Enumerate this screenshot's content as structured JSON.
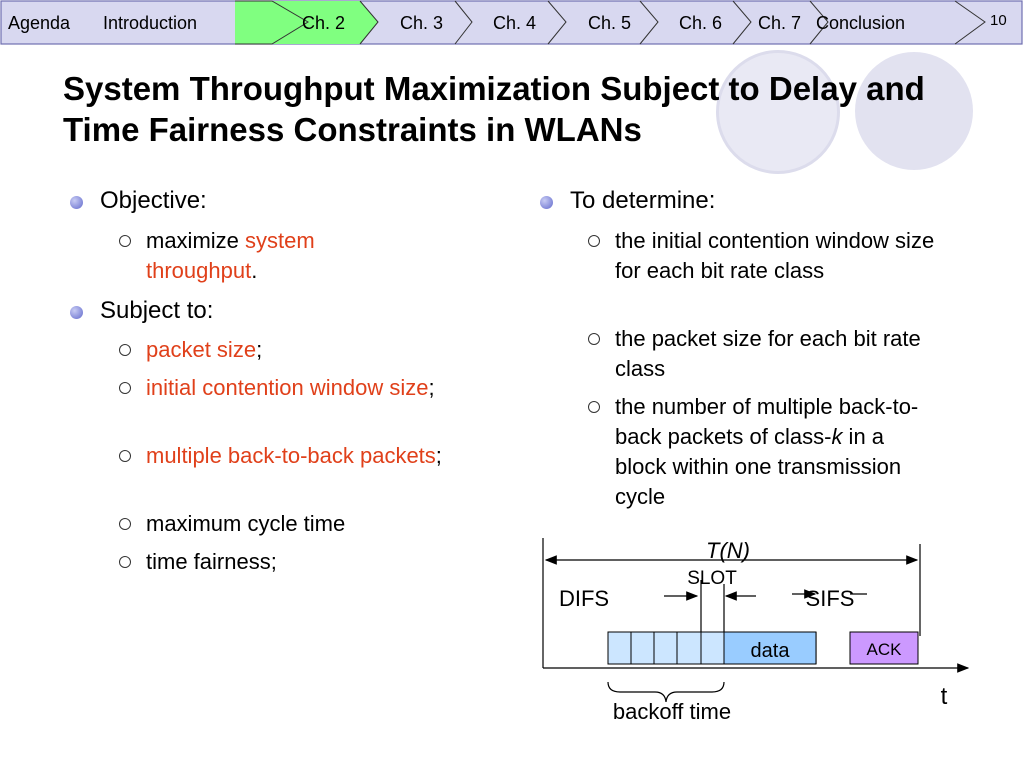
{
  "nav": {
    "items": [
      "Agenda",
      "Introduction",
      "Ch. 2",
      "Ch. 3",
      "Ch. 4",
      "Ch. 5",
      "Ch. 6",
      "Ch. 7",
      "Conclusion"
    ],
    "active_item": "Ch. 2",
    "page_number": "10",
    "active_color": "#80ff80",
    "bar_color": "#d8d8f0"
  },
  "slide": {
    "title": "System Throughput Maximization Subject to Delay and Time Fairness Constraints in WLANs",
    "left": {
      "objective_label": "Objective:",
      "objective_items": [
        {
          "pre": "maximize ",
          "hl": "system throughput",
          "post": "."
        }
      ],
      "subject_label": "Subject to:",
      "subject_items": [
        {
          "hl": "packet size",
          "post": ";"
        },
        {
          "hl": "initial contention window size",
          "post": ";"
        },
        {
          "hl": "multiple back-to-back packets",
          "post": ";"
        },
        {
          "text": "maximum cycle time"
        },
        {
          "text": "time fairness;"
        }
      ]
    },
    "right": {
      "label": "To determine:",
      "items": [
        "the initial contention window size for each bit rate class",
        "the packet size for each bit rate class"
      ],
      "item3_pre": "the number of multiple back-to-back packets of class-",
      "item3_italic": "k",
      "item3_post": " in a block within one transmission cycle"
    },
    "highlight_color": "#e0401a"
  },
  "diagram": {
    "cycle_label": "T(N)",
    "slot_label": "SLOT",
    "difs_label": "DIFS",
    "sifs_label": "SIFS",
    "data_label": "data",
    "ack_label": "ACK",
    "time_axis_label": "t",
    "backoff_label": "backoff time",
    "data_color": "#99ccff",
    "ack_color": "#cc99ff",
    "slot_color": "#cce6ff"
  }
}
